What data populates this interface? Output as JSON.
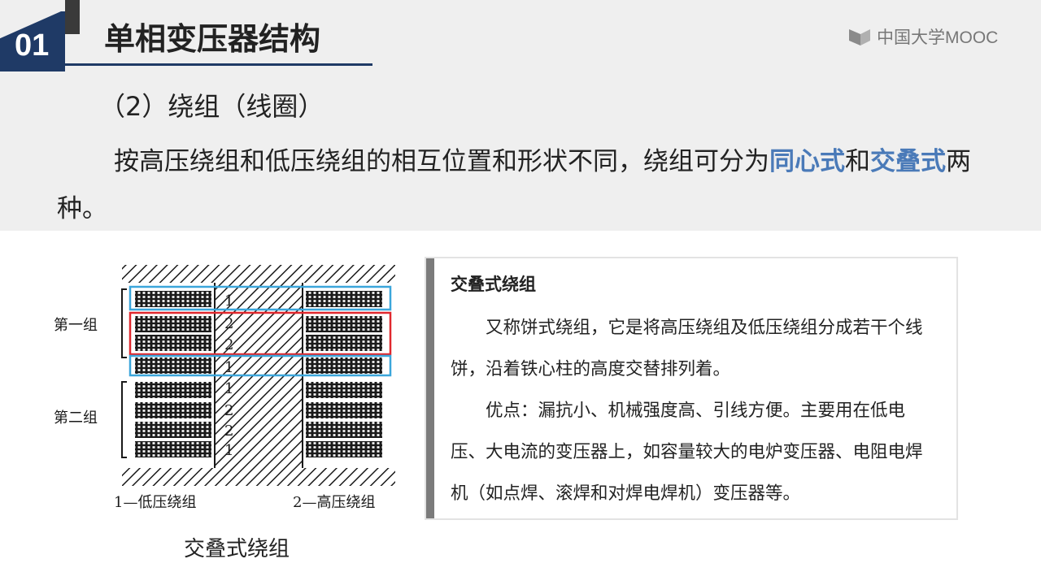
{
  "header": {
    "section_number": "01",
    "title": "单相变压器结构",
    "logo_text": "中国大学MOOC"
  },
  "subheading": "（2）绕组（线圈）",
  "intro": {
    "part1": "按高压绕组和低压绕组的相互位置和形状不同，绕组可分为",
    "highlight1": "同心式",
    "part2": "和",
    "highlight2": "交叠式",
    "part3": "两种。"
  },
  "figure": {
    "group1_label": "第一组",
    "group2_label": "第二组",
    "row_numbers": [
      "1",
      "2",
      "2",
      "1",
      "1",
      "2",
      "2",
      "1"
    ],
    "legend_low": "1—低压绕组",
    "legend_high": "2—高压绕组",
    "caption": "交叠式绕组"
  },
  "panel": {
    "title": "交叠式绕组",
    "paragraph1": "又称饼式绕组，它是将高压绕组及低压绕组分成若干个线饼，沿着铁心柱的高度交替排列着。",
    "paragraph2": "优点：漏抗小、机械强度高、引线方便。主要用在低电压、大电流的变压器上，如容量较大的电炉变压器、电阻电焊机（如点焊、滚焊和对焊电焊机）变压器等。"
  },
  "colors": {
    "accent_navy": "#1f3a66",
    "highlight_blue": "#4a7ab8",
    "box_blue": "#3ba6db",
    "box_red": "#e0282e"
  }
}
